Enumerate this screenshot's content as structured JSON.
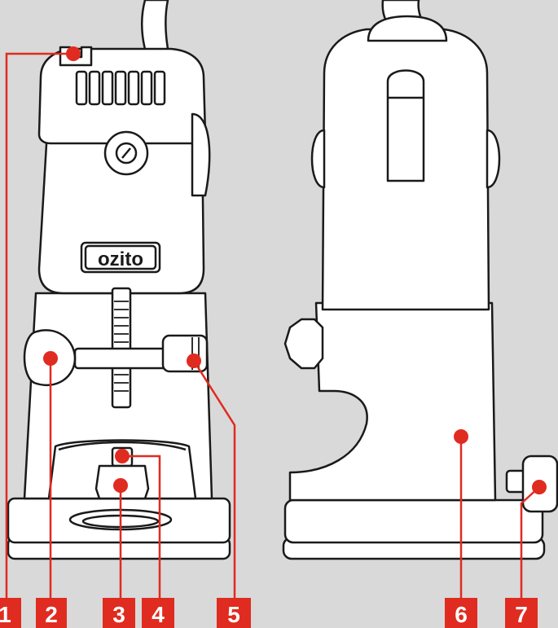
{
  "logo": {
    "text": "ozito"
  },
  "colors": {
    "background": "#d9d9d9",
    "accent": "#e02b20",
    "outline": "#1a1a1a",
    "body": "#ffffff",
    "shade": "#cfcfcf"
  },
  "callouts": [
    {
      "label": "1",
      "part": "front-view-top"
    },
    {
      "label": "2",
      "part": "front-view-left-knob"
    },
    {
      "label": "3",
      "part": "front-view-collet-nut"
    },
    {
      "label": "4",
      "part": "front-view-spindle"
    },
    {
      "label": "5",
      "part": "front-view-locking-knob"
    },
    {
      "label": "6",
      "part": "side-view-base"
    },
    {
      "label": "7",
      "part": "side-view-adjust-knob"
    }
  ]
}
